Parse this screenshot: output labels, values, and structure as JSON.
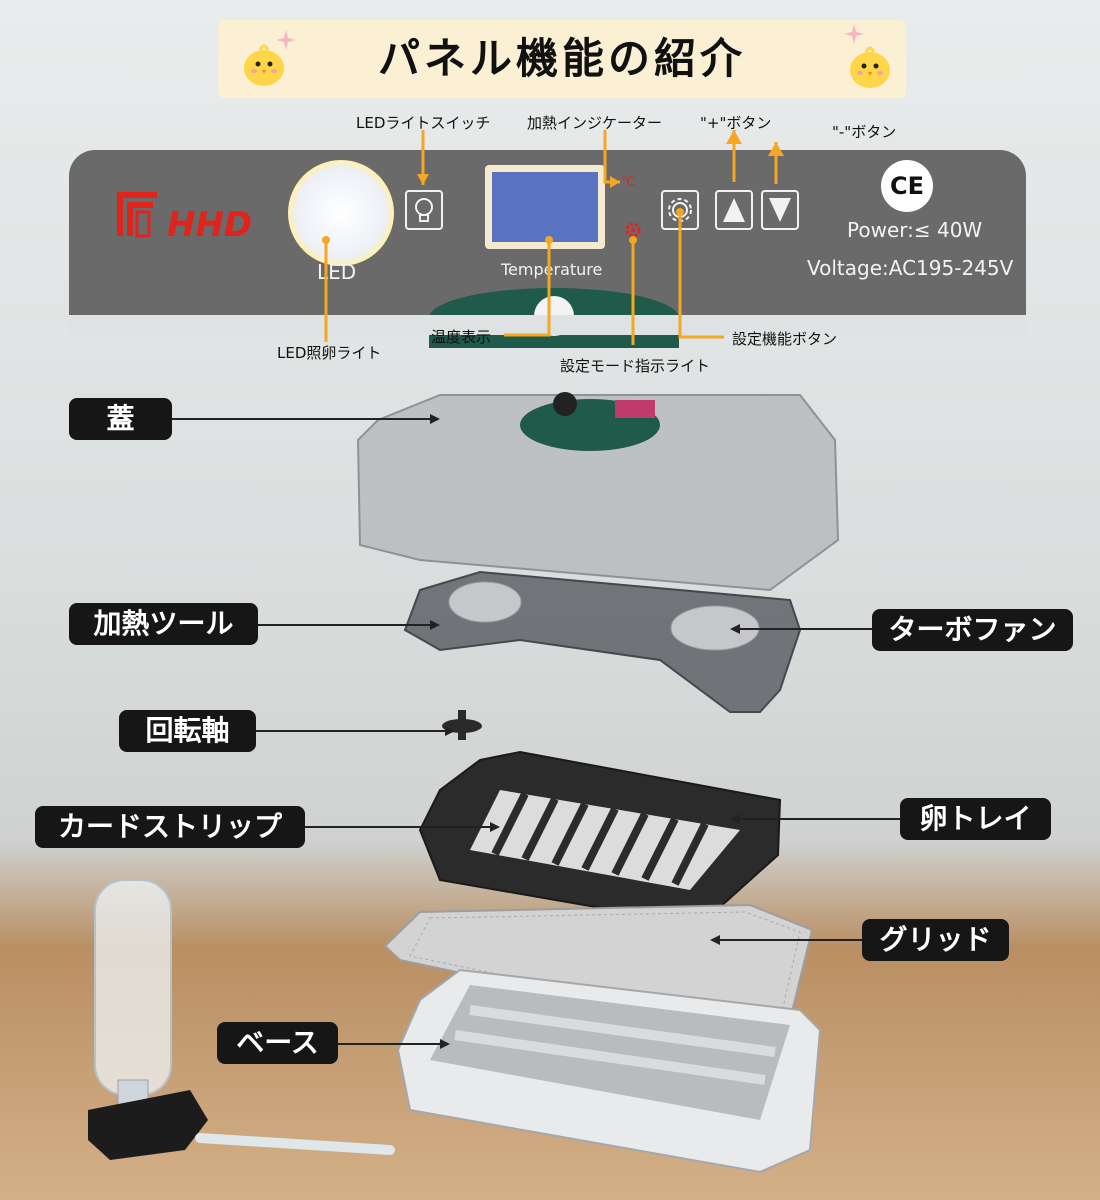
{
  "banner": {
    "title": "パネル機能の紹介"
  },
  "panel": {
    "brand": "HHD",
    "led_label": "LED",
    "display_label": "Temperature",
    "heat_indicator_symbol": "℃",
    "power": "Power:≤ 40W",
    "voltage": "Voltage:AC195-245V",
    "ce_mark": "CE"
  },
  "callouts": {
    "led_switch": "LEDライトスイッチ",
    "heating_indicator": "加熱インジケーター",
    "plus_button": "\"+\"ボタン",
    "minus_button": "\"-\"ボタン",
    "led_candling": "LED照卵ライト",
    "temp_display": "温度表示",
    "setting_mode_light": "設定モード指示ライト",
    "setting_button": "設定機能ボタン"
  },
  "parts": {
    "lid": "蓋",
    "heater": "加熱ツール",
    "turbo_fan": "ターボファン",
    "rotation_shaft": "回転軸",
    "card_strip": "カードストリップ",
    "egg_tray": "卵トレイ",
    "grid": "グリッド",
    "base": "ベース"
  },
  "icons": [
    "chick-icon",
    "sparkle-icon",
    "lightbulb-icon",
    "gear-icon",
    "up-arrow-icon",
    "down-arrow-icon"
  ],
  "colors": {
    "accent_orange": "#f5a623",
    "brand_red": "#e0241b",
    "panel_gray": "#6a6a6a",
    "banner_bg": "#fbefd4",
    "label_bg": "#161616",
    "display_blue": "#5a73c0"
  }
}
